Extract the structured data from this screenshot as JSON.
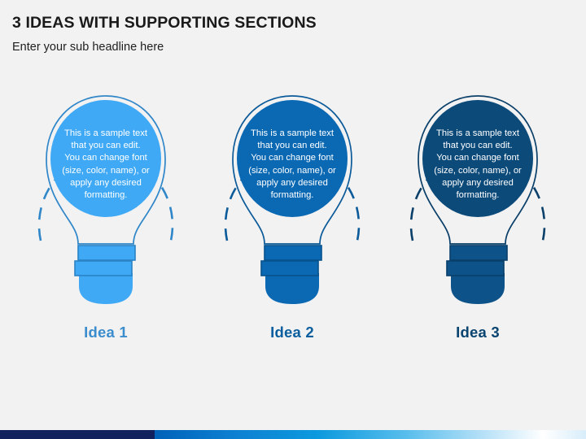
{
  "slide": {
    "title": "3 IDEAS WITH SUPPORTING SECTIONS",
    "subtitle": "Enter your sub headline here",
    "background_color": "#f2f2f2"
  },
  "body_text": "This is a sample text that you can edit. You can change font (size, color, name), or apply any desired formatting.",
  "bulbs": [
    {
      "label": "Idea 1",
      "text_line_1": "This is a sample text",
      "text_line_2": "that you can edit.",
      "text_line_3": "You can change font",
      "text_line_4": "(size, color, name), or",
      "text_line_5": "apply any desired",
      "text_line_6": "formatting.",
      "fill_color": "#3fa9f5",
      "outline_color": "#2f86c8",
      "dash_color": "#2f86c8",
      "base_color": "#3fa9f5",
      "base_outline_color": "#2b82c4",
      "label_color": "#3c8dcd"
    },
    {
      "label": "Idea 2",
      "text_line_1": "This is a sample text",
      "text_line_2": "that you can edit.",
      "text_line_3": "You can change font",
      "text_line_4": "(size, color, name), or",
      "text_line_5": "apply any desired",
      "text_line_6": "formatting.",
      "fill_color": "#0b69b4",
      "outline_color": "#0b5a99",
      "dash_color": "#0b5a99",
      "base_color": "#0b69b4",
      "base_outline_color": "#07528c",
      "label_color": "#0b5f9e"
    },
    {
      "label": "Idea 3",
      "text_line_1": "This is a sample text",
      "text_line_2": "that you can edit.",
      "text_line_3": "You can change font",
      "text_line_4": "(size, color, name), or",
      "text_line_5": "apply any desired",
      "text_line_6": "formatting.",
      "fill_color": "#0c4a7a",
      "outline_color": "#0a3f69",
      "dash_color": "#0a3f69",
      "base_color": "#0d5288",
      "base_outline_color": "#093f6b",
      "label_color": "#0a4470"
    }
  ],
  "footer": {
    "navy_color": "#11215e",
    "gradient_from": "#0062b8",
    "gradient_to": "#ffffff"
  }
}
